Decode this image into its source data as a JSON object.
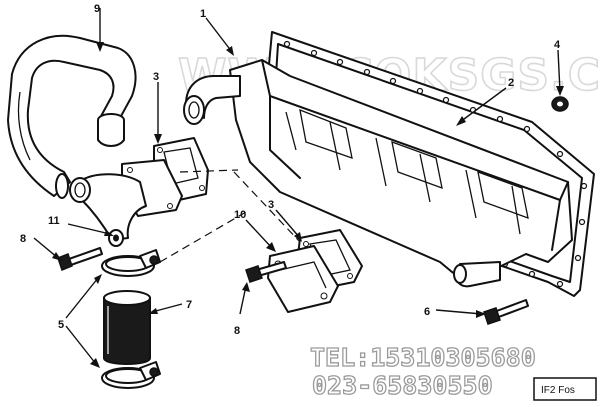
{
  "watermark": {
    "text": "WWW.CQKSGS.COM"
  },
  "contact": {
    "tel": "TEL:15310305680",
    "phone": "023-65830550"
  },
  "figure_id": "IF2 Fos",
  "callouts": {
    "c1": "1",
    "c2": "2",
    "c3a": "3",
    "c3b": "3",
    "c4": "4",
    "c5": "5",
    "c6": "6",
    "c7": "7",
    "c8a": "8",
    "c8b": "8",
    "c9": "9",
    "c10": "10",
    "c11": "11"
  }
}
